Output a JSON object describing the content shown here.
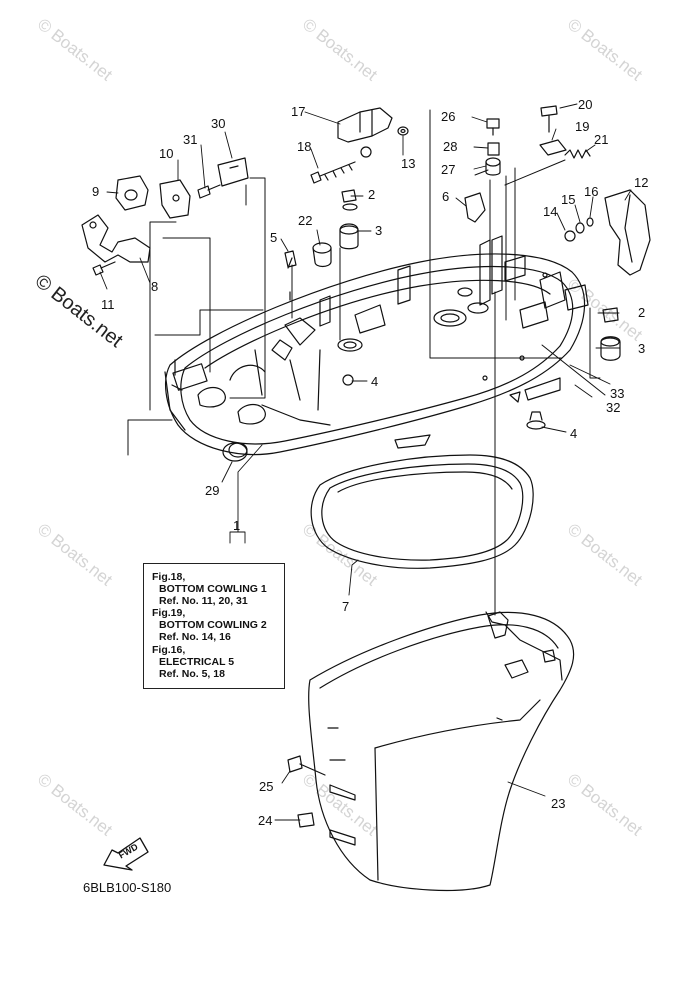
{
  "watermark": {
    "text": "© Boats.net",
    "prominent_text": "© Boats.net"
  },
  "callouts": [
    "1",
    "2",
    "2",
    "3",
    "3",
    "4",
    "4",
    "5",
    "6",
    "7",
    "8",
    "9",
    "10",
    "11",
    "12",
    "13",
    "14",
    "15",
    "16",
    "17",
    "18",
    "19",
    "20",
    "21",
    "22",
    "23",
    "24",
    "25",
    "26",
    "27",
    "28",
    "29",
    "30",
    "31",
    "32",
    "33"
  ],
  "note_box": {
    "lines": [
      "Fig.18,",
      "BOTTOM COWLING 1",
      "Ref. No. 11, 20, 31",
      "Fig.19,",
      "BOTTOM COWLING 2",
      "Ref. No. 14, 16",
      "Fig.16,",
      "ELECTRICAL 5",
      "Ref. No. 5, 18"
    ]
  },
  "fwd_label": "FWD",
  "diagram_id": "6BLB100-S180"
}
